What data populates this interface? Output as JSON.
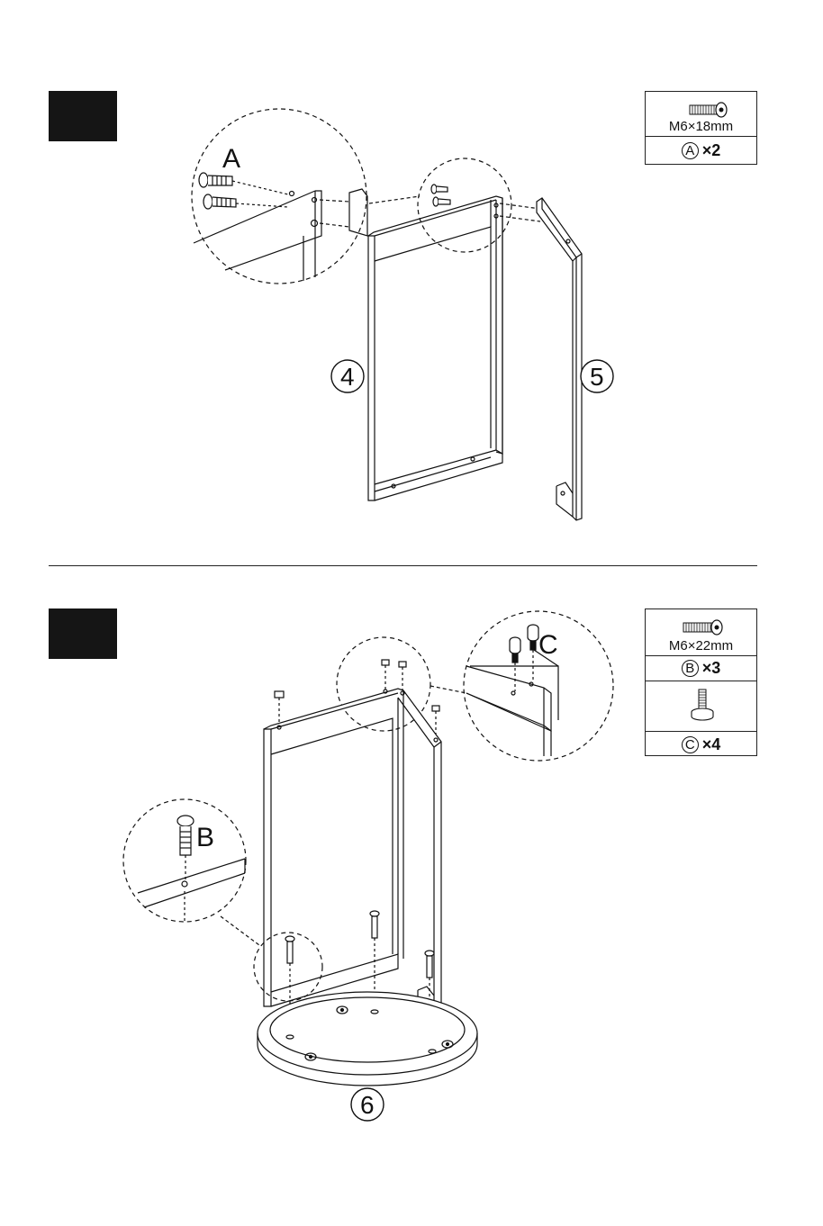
{
  "step1": {
    "hardware": {
      "spec": "M6×18mm",
      "letter": "A",
      "qty": "×2"
    },
    "callout_letter": "A",
    "parts": [
      "4",
      "5"
    ]
  },
  "step2": {
    "hardware": [
      {
        "spec": "M6×22mm",
        "letter": "B",
        "qty": "×3"
      },
      {
        "spec": "",
        "letter": "C",
        "qty": "×4"
      }
    ],
    "callout_letters": [
      "B",
      "C"
    ],
    "parts": [
      "6"
    ]
  },
  "icons": [
    "bolt-icon",
    "leveling-foot-icon"
  ]
}
